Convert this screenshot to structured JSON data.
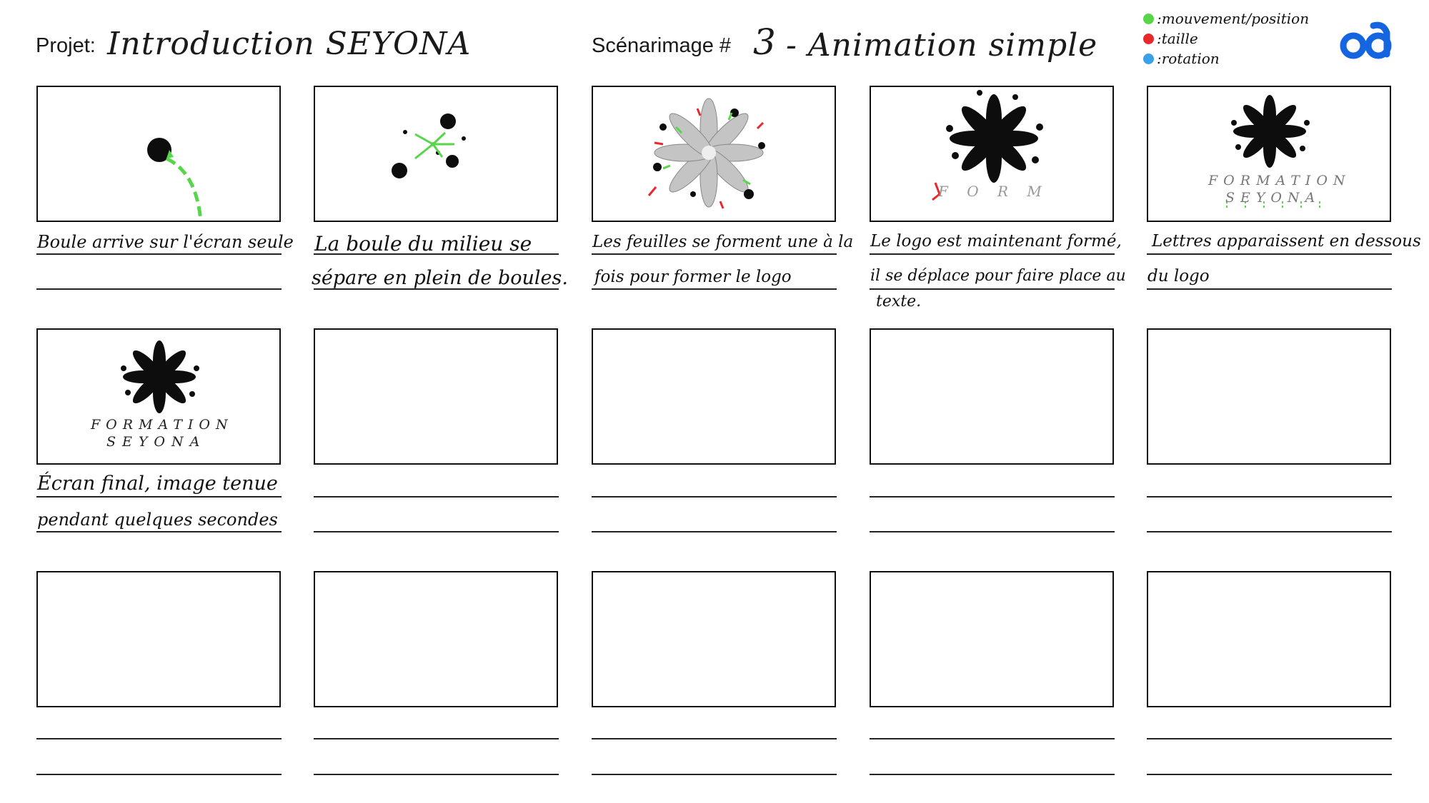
{
  "header": {
    "project_label": "Projet:",
    "project_name": "Introduction SEYONA",
    "storyboard_label": "Scénarimage #",
    "storyboard_number": "3",
    "storyboard_title": "- Animation simple"
  },
  "legend": [
    {
      "label": ":mouvement/position",
      "color": "#58d64a"
    },
    {
      "label": ":taille",
      "color": "#e8282c"
    },
    {
      "label": ":rotation",
      "color": "#3aa0e8"
    }
  ],
  "brand": {
    "logo_color": "#1565e0"
  },
  "frames": [
    {
      "caption": [
        "Boule arrive sur l'écran seule",
        ""
      ]
    },
    {
      "caption": [
        "La boule du milieu se",
        "sépare en plein de boules."
      ]
    },
    {
      "caption": [
        "Les feuilles se forment une à la",
        "fois pour former le logo"
      ]
    },
    {
      "caption": [
        "Le logo est maintenant formé,",
        "il se déplace pour faire place au"
      ],
      "caption_extra": "texte.",
      "partial_text": "F O R M"
    },
    {
      "caption": [
        "Lettres apparaissent en dessous",
        "du logo"
      ],
      "line1": "FORMATION",
      "line2": "SEYONA"
    },
    {
      "caption": [
        "Écran final, image tenue",
        "pendant quelques secondes"
      ],
      "line1": "FORMATION",
      "line2": "SEYONA"
    },
    {
      "caption": [
        "",
        ""
      ]
    },
    {
      "caption": [
        "",
        ""
      ]
    },
    {
      "caption": [
        "",
        ""
      ]
    },
    {
      "caption": [
        "",
        ""
      ]
    },
    {
      "caption": [
        "",
        ""
      ]
    },
    {
      "caption": [
        "",
        ""
      ]
    },
    {
      "caption": [
        "",
        ""
      ]
    },
    {
      "caption": [
        "",
        ""
      ]
    },
    {
      "caption": [
        "",
        ""
      ]
    }
  ]
}
